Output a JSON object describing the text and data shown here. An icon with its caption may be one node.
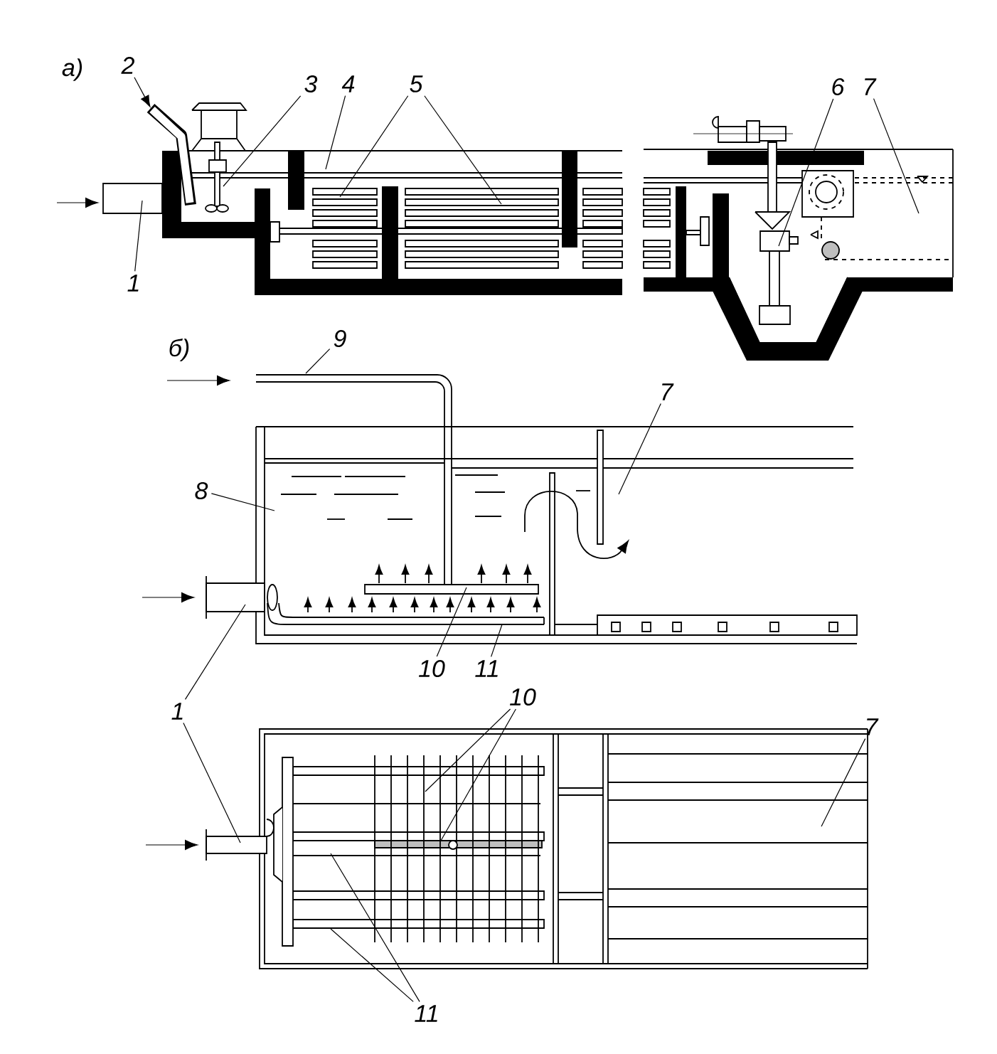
{
  "diagram": {
    "nodes": [
      {
        "text": [
          "1"
        ]
      },
      {
        "text": [
          "2"
        ]
      },
      {
        "text": [
          "3"
        ]
      },
      {
        "text": [
          "4"
        ]
      },
      {
        "text": [
          "5"
        ]
      },
      {
        "text": [
          "6"
        ]
      },
      {
        "text": [
          "7"
        ]
      },
      {
        "text": [
          "9"
        ]
      },
      {
        "text": [
          "8"
        ]
      },
      {
        "text": [
          "7"
        ]
      },
      {
        "text": [
          "10"
        ]
      },
      {
        "text": [
          "11"
        ]
      },
      {
        "text": [
          "1"
        ]
      },
      {
        "text": [
          "10"
        ]
      },
      {
        "text": [
          "7"
        ]
      },
      {
        "text": [
          "11"
        ]
      }
    ],
    "edges": [
      {
        "from": 0,
        "to": null,
        "arrow": "none"
      },
      {
        "from": 1,
        "to": null,
        "arrow": "to"
      },
      {
        "from": 2,
        "to": null,
        "arrow": "none"
      },
      {
        "from": 3,
        "to": null,
        "arrow": "none"
      },
      {
        "from": 4,
        "to": null,
        "arrow": "none"
      },
      {
        "from": 4,
        "to": null,
        "arrow": "none"
      },
      {
        "from": 5,
        "to": null,
        "arrow": "none"
      },
      {
        "from": 6,
        "to": null,
        "arrow": "none"
      },
      {
        "from": 7,
        "to": null,
        "arrow": "none"
      },
      {
        "from": 8,
        "to": null,
        "arrow": "none"
      },
      {
        "from": 9,
        "to": null,
        "arrow": "none"
      },
      {
        "from": 10,
        "to": null,
        "arrow": "none"
      },
      {
        "from": 11,
        "to": null,
        "arrow": "none"
      },
      {
        "from": 12,
        "to": null,
        "arrow": "none"
      },
      {
        "from": 12,
        "to": null,
        "arrow": "none"
      },
      {
        "from": 13,
        "to": null,
        "arrow": "none"
      },
      {
        "from": 13,
        "to": null,
        "arrow": "none"
      },
      {
        "from": 14,
        "to": null,
        "arrow": "none"
      },
      {
        "from": 15,
        "to": null,
        "arrow": "none"
      },
      {
        "from": 15,
        "to": null,
        "arrow": "none"
      }
    ],
    "labels": [
      "а)",
      "б)"
    ]
  }
}
